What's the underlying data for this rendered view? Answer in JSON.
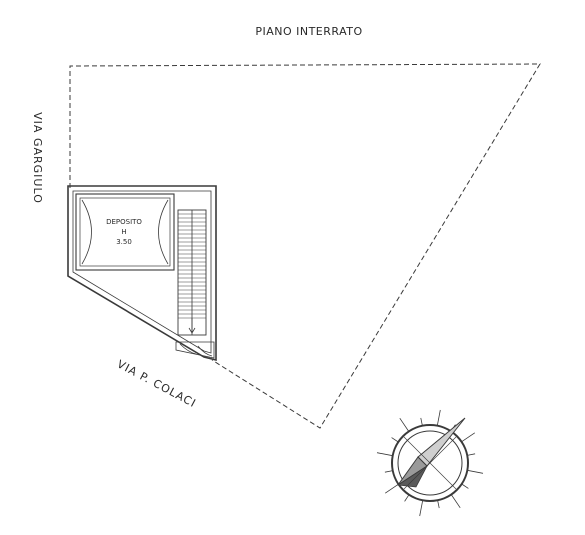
{
  "title": "PIANO INTERRATO",
  "streets": {
    "left": "VIA GARGIULO",
    "bottom": "VIA P. COLACI"
  },
  "room": {
    "name": "DEPOSITO",
    "height_label": "H",
    "height_value": "3.50"
  },
  "colors": {
    "line": "#3a3a3a",
    "text": "#2a2a2a"
  },
  "icons": [
    "north-arrow-icon",
    "stairs-icon"
  ]
}
